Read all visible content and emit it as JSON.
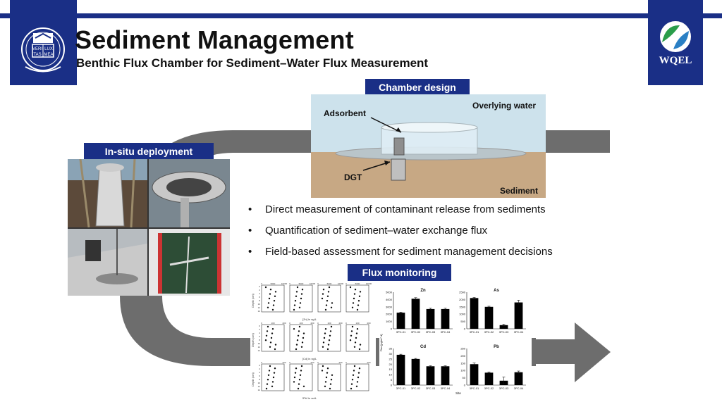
{
  "header": {
    "title": "Sediment Management",
    "subtitle": "Benthic Flux Chamber for Sediment–Water Flux Measurement",
    "right_logo_text": "WQEL",
    "left_logo_text": "VERI LUX TAS MEA"
  },
  "tags": {
    "chamber_design": "Chamber design",
    "in_situ": "In-situ deployment",
    "flux_monitoring": "Flux monitoring"
  },
  "diagram": {
    "adsorbent": "Adsorbent",
    "overlying_water": "Overlying water",
    "dgt": "DGT",
    "sediment": "Sediment"
  },
  "bullets": [
    "Direct measurement of contaminant release from sediments",
    "Quantification of sediment–water exchange flux",
    "Field-based assessment for sediment management decisions"
  ],
  "profiles": {
    "ylabel": "Depth (cm)",
    "rows": [
      {
        "label": "[Zn] in ng/L",
        "ticks": [
          "0",
          "5000",
          "10000"
        ]
      },
      {
        "label": "[Cd] in ng/L",
        "ticks": [
          "0",
          "100",
          "200"
        ]
      },
      {
        "label": "[Pb] in ng/L",
        "ticks": [
          "0",
          "200"
        ]
      }
    ],
    "depth_ticks": [
      "0",
      "2",
      "4",
      "6",
      "8",
      "10",
      "12",
      "14"
    ]
  },
  "chart_data": [
    {
      "type": "bar",
      "title": "Zn",
      "categories": [
        "3PC-01",
        "3PC-02",
        "3PC-03",
        "3PC-04"
      ],
      "values": [
        2200,
        4100,
        2700,
        2700
      ],
      "errors": [
        80,
        150,
        100,
        100
      ],
      "ylim": [
        0,
        5000
      ],
      "yticks": [
        "0",
        "1000",
        "2000",
        "3000",
        "4000",
        "5000"
      ]
    },
    {
      "type": "bar",
      "title": "As",
      "categories": [
        "3PC-01",
        "3PC-02",
        "3PC-03",
        "3PC-04"
      ],
      "values": [
        2100,
        1500,
        250,
        1800
      ],
      "errors": [
        40,
        40,
        60,
        150
      ],
      "ylim": [
        0,
        2500
      ],
      "yticks": [
        "0",
        "500",
        "1000",
        "1500",
        "2000",
        "2500"
      ]
    },
    {
      "type": "bar",
      "title": "Cd",
      "categories": [
        "3PC-01",
        "3PC-02",
        "3PC-03",
        "3PC-04"
      ],
      "values": [
        29,
        25,
        18,
        18
      ],
      "errors": [
        0.5,
        0.5,
        0.5,
        0.5
      ],
      "ylim": [
        0,
        35
      ],
      "yticks": [
        "0",
        "5",
        "10",
        "15",
        "20",
        "25",
        "30",
        "35"
      ]
    },
    {
      "type": "bar",
      "title": "Pb",
      "categories": [
        "3PC-01",
        "3PC-02",
        "3PC-03",
        "3PC-04"
      ],
      "values": [
        143,
        85,
        30,
        88
      ],
      "errors": [
        8,
        5,
        25,
        8
      ],
      "ylim": [
        0,
        250
      ],
      "yticks": [
        "0",
        "50",
        "100",
        "150",
        "200",
        "250"
      ]
    }
  ],
  "chart_axis": {
    "ylabel": "Flux [µg/m²·d]",
    "xlabel": "Site"
  },
  "colors": {
    "navy": "#1a2f86",
    "arrow": "#6d6d6d",
    "water": "#cde2ec",
    "sediment": "#c7a884"
  }
}
